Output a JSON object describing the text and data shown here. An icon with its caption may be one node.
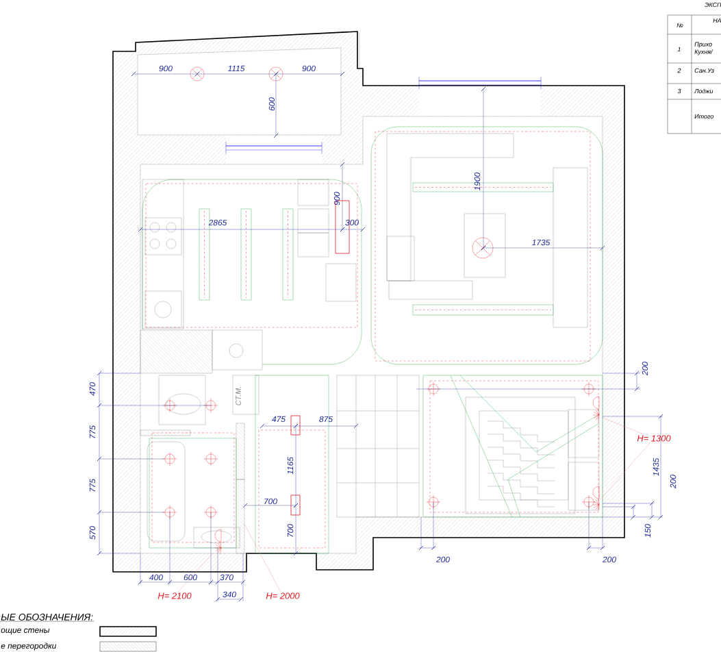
{
  "diagram": {
    "nodes": [
      {
        "text": [
          "H= 1300"
        ]
      },
      {
        "text": [],
        "shape": "circle"
      },
      {
        "text": [],
        "shape": "circle"
      },
      {
        "text": [],
        "shape": "circle"
      },
      {
        "text": [
          "H= 2100"
        ]
      },
      {
        "text": [
          "H= 2000"
        ]
      },
      {
        "text": [],
        "shape": "bar"
      }
    ],
    "edges": [
      {
        "from": 0,
        "to": 1,
        "arrow": "none"
      },
      {
        "from": 0,
        "to": 2,
        "arrow": "none"
      },
      {
        "from": 4,
        "to": 3,
        "arrow": "none"
      },
      {
        "from": 5,
        "to": 6,
        "arrow": "none"
      }
    ],
    "labels": [
      "ЭКСП",
      "№",
      "НА",
      "1",
      "Прихо Кухня/",
      "900",
      "1115",
      "900",
      "2",
      "Сан.Уз",
      "600",
      "3",
      "Лоджи",
      "Итого",
      "900",
      "1900",
      "2865",
      "300",
      "1735",
      "470",
      "СТ.М.",
      "200",
      "775",
      "475",
      "875",
      "775",
      "700",
      "1165",
      "1435",
      "200",
      "570",
      "700",
      "150",
      "200",
      "200",
      "400",
      "600",
      "370",
      "340",
      "ЫЕ ОБОЗНАЧЕНИЯ:"
    ],
    "legend": [
      {
        "text": "ощие стены"
      },
      {
        "text": "е перегородки"
      }
    ]
  }
}
